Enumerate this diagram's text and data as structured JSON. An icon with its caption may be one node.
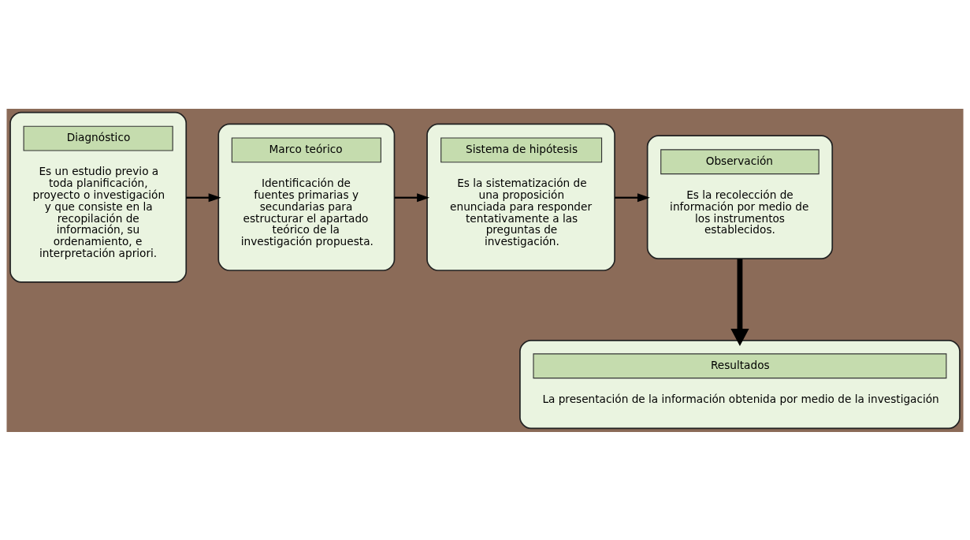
{
  "diagram": {
    "nodes": [
      {
        "text": [
          "Diagnóstico",
          "Es un estudio previo a toda planificación, proyecto o investigación y que consiste en la recopilación de información, su ordenamiento, e interpretación apriori."
        ]
      },
      {
        "text": [
          "Marco teórico",
          "Identificación de fuentes primarias y secundarias para estructurar el apartado teórico de la investigación propuesta."
        ]
      },
      {
        "text": [
          "Sistema de hipótesis",
          "Es la sistematización de una proposición enunciada para responder tentativamente a las preguntas de investigación."
        ]
      },
      {
        "text": [
          "Observación",
          "Es la recolección de información por medio de los instrumentos establecidos."
        ]
      },
      {
        "text": [
          "Resultados",
          "La presentación de la información obtenida por medio de la investigación"
        ]
      }
    ],
    "edges": [
      {
        "from": 0,
        "to": 1,
        "arrow": "to"
      },
      {
        "from": 1,
        "to": 2,
        "arrow": "to"
      },
      {
        "from": 2,
        "to": 3,
        "arrow": "to"
      },
      {
        "from": 3,
        "to": 4,
        "arrow": "to",
        "style": "thick"
      }
    ]
  }
}
